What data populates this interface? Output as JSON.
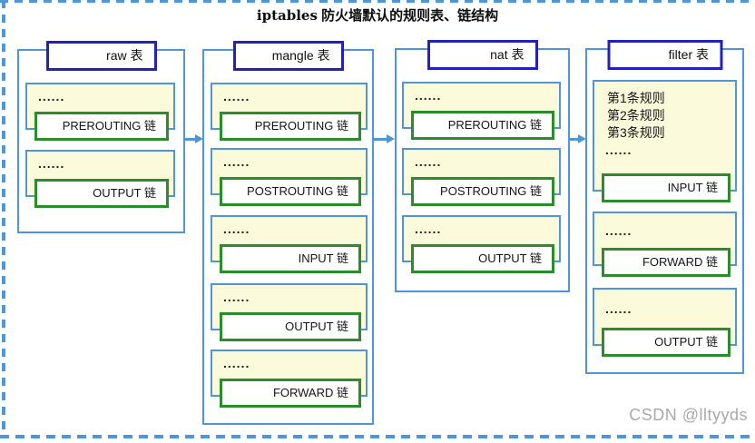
{
  "page": {
    "title_prefix": "iptables",
    "title_suffix": " 防火墙默认的规则表、链结构",
    "watermark": "CSDN @lltyyds"
  },
  "colors": {
    "frame_blue": "#4f96d8",
    "table_title_navy": "#2222bb",
    "chain_green": "#2a8c2a",
    "group_yellow": "#fbfbdc",
    "watermark_gray": "#a9a9a9"
  },
  "tables": [
    {
      "name": "raw 表",
      "groups": [
        {
          "dots": "......",
          "chain": "PREROUTING 链"
        },
        {
          "dots": "......",
          "chain": "OUTPUT 链"
        }
      ]
    },
    {
      "name": "mangle 表",
      "groups": [
        {
          "dots": "......",
          "chain": "PREROUTING 链"
        },
        {
          "dots": "......",
          "chain": "POSTROUTING 链"
        },
        {
          "dots": "......",
          "chain": "INPUT 链"
        },
        {
          "dots": "......",
          "chain": "OUTPUT 链"
        },
        {
          "dots": "......",
          "chain": "FORWARD 链"
        }
      ]
    },
    {
      "name": "nat 表",
      "groups": [
        {
          "dots": "......",
          "chain": "PREROUTING 链"
        },
        {
          "dots": "......",
          "chain": "POSTROUTING 链"
        },
        {
          "dots": "......",
          "chain": "OUTPUT 链"
        }
      ]
    },
    {
      "name": "filter 表",
      "groups": [
        {
          "rules": [
            "第1条规则",
            "第2条规则",
            "第3条规则"
          ],
          "dots": "......",
          "chain": "INPUT 链"
        },
        {
          "dots": "......",
          "chain": "FORWARD 链"
        },
        {
          "dots": "......",
          "chain": "OUTPUT 链"
        }
      ]
    }
  ]
}
